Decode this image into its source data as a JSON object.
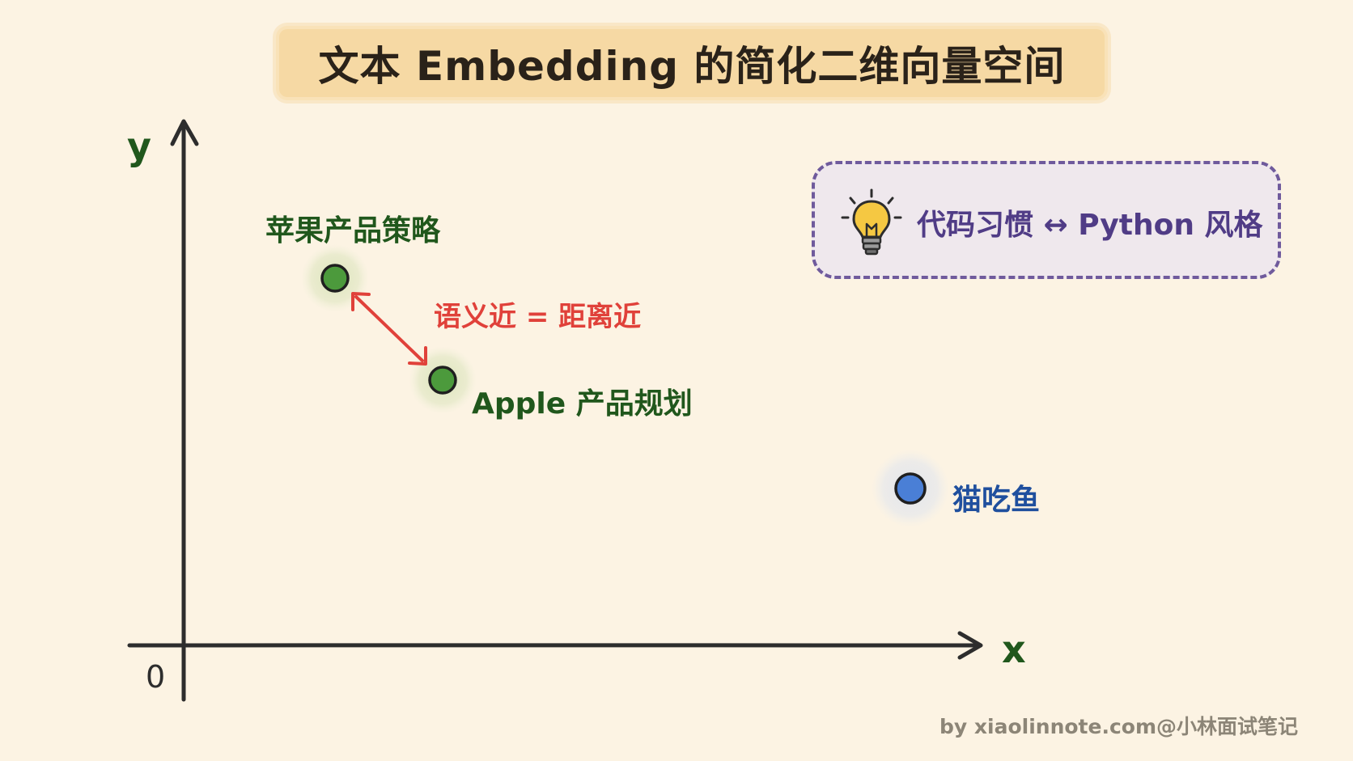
{
  "title": "文本 Embedding 的简化二维向量空间",
  "axes": {
    "x_label": "x",
    "y_label": "y",
    "origin_label": "0"
  },
  "points": [
    {
      "label": "苹果产品策略",
      "color": "#4c9a3c",
      "group": "green"
    },
    {
      "label": "Apple 产品规划",
      "color": "#4c9a3c",
      "group": "green"
    },
    {
      "label": "猫吃鱼",
      "color": "#4a7fd6",
      "group": "blue"
    }
  ],
  "annotation": {
    "text": "语义近 = 距离近",
    "color": "#e0413a"
  },
  "tip": {
    "icon": "lightbulb-icon",
    "text": "代码习惯 ↔ Python 风格"
  },
  "footer": "by xiaolinnote.com@小林面试笔记"
}
